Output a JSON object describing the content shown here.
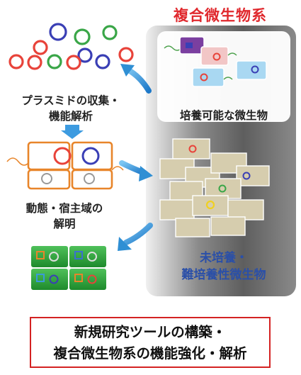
{
  "title": "複合微生物系",
  "plasmid_caption": {
    "line1": "プラスミドの収集・",
    "line2": "機能解析"
  },
  "culturable_caption": "培養可能な微生物",
  "host_caption": {
    "line1": "動態・宿主域の",
    "line2": "解明"
  },
  "unculturable_caption": {
    "line1": "未培養・",
    "line2": "難培養性微生物"
  },
  "goal": {
    "line1": "新規研究ツールの構築・",
    "line2": "複合微生物系の機能強化・解析"
  },
  "colors": {
    "title_red": "#e0282d",
    "panel_gray": "#6e6e6e",
    "arrow_blue": "#2f8fd4",
    "cell_tan": "#d6cdae",
    "green_panel": "#2c9e3c",
    "unculturable_blue": "#2a4fa8"
  }
}
